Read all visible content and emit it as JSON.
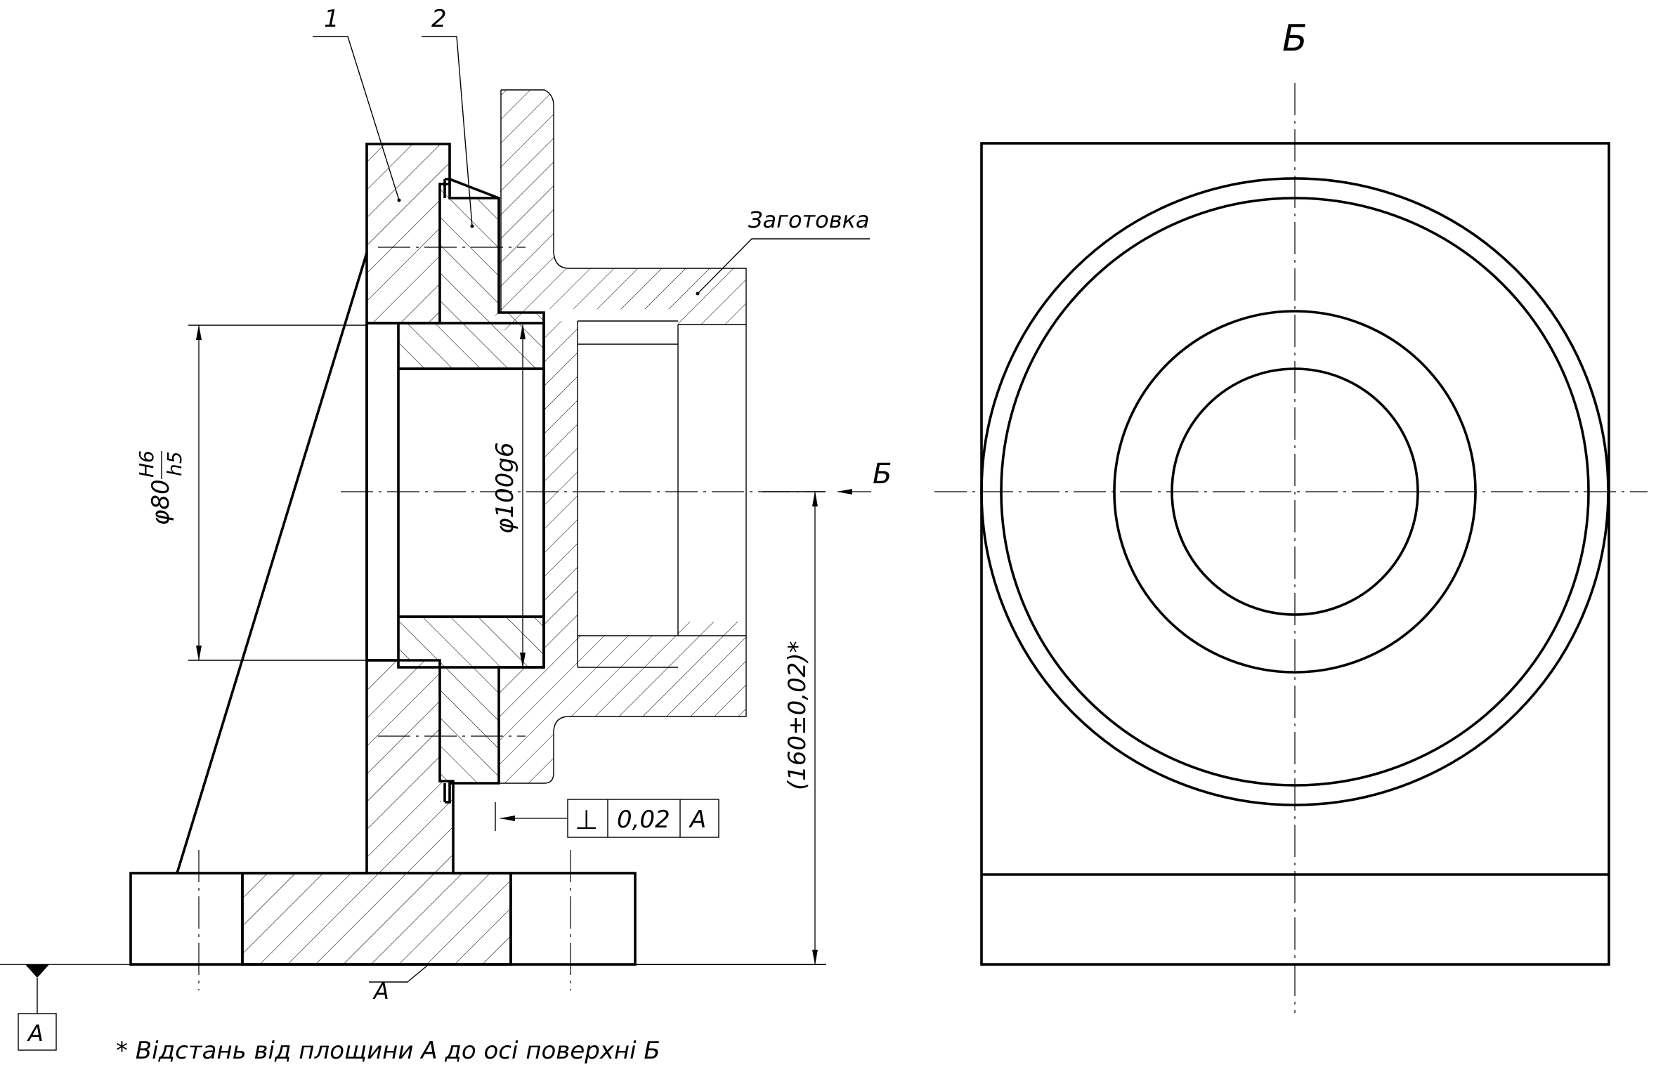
{
  "labels": {
    "part_1": "1",
    "part_2": "2",
    "workpiece": "Заготовка",
    "view_arrow": "Б",
    "view_title": "Б",
    "datum_surface": "A",
    "datum_box": "A",
    "footnote": "* Відстань від площини А до осі поверхні Б"
  },
  "dimensions": {
    "fit_prefix": "φ80",
    "fit_hole": "H6",
    "fit_shaft": "h5",
    "shaft_diameter": "φ100g6",
    "height": "(160±0,02)*"
  },
  "tolerance_frame": {
    "symbol": "⊥",
    "value": "0,02",
    "datum": "A"
  }
}
